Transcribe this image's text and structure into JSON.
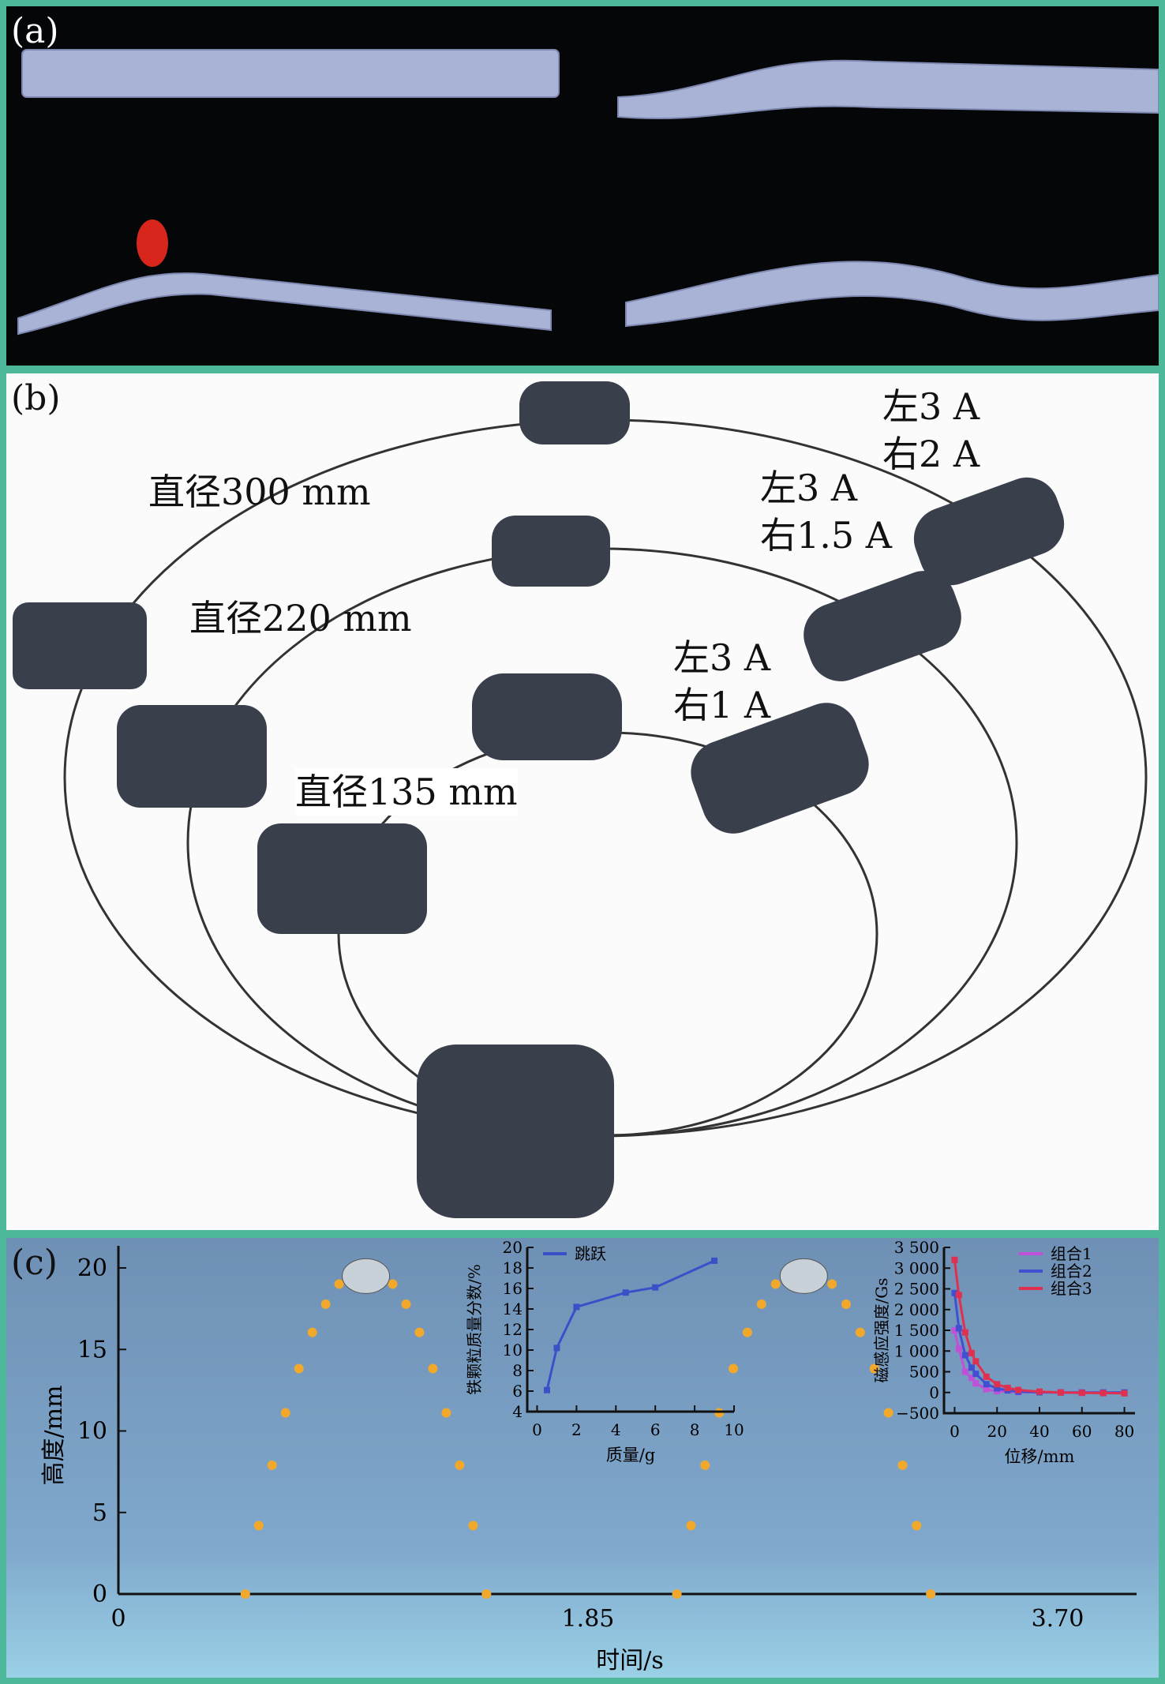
{
  "panels": {
    "a": "(a)",
    "b": "(b)",
    "c": "(c)"
  },
  "panel_b": {
    "diam300": "直径300 mm",
    "diam220": "直径220 mm",
    "diam135": "直径135 mm",
    "cur1": "左3 A\n右2 A",
    "cur2": "左3 A\n右1.5 A",
    "cur3": "左3 A\n右1 A"
  },
  "chart_data": [
    {
      "type": "scatter",
      "title": "",
      "xlabel": "时间/s",
      "ylabel": "高度/mm",
      "x_ticks": [
        "0",
        "1.85",
        "3.70"
      ],
      "y_ticks": [
        "0",
        "5",
        "10",
        "15",
        "20"
      ],
      "xlim": [
        0,
        3.7
      ],
      "ylim": [
        0,
        20
      ],
      "hops": [
        {
          "t_start": 0.5,
          "t_end": 1.45,
          "peak": 20
        },
        {
          "t_start": 2.2,
          "t_end": 3.2,
          "peak": 20
        }
      ]
    },
    {
      "type": "line",
      "xlabel": "质量/g",
      "ylabel": "铁颗粒质量分数/%",
      "xlim": [
        -0.5,
        10
      ],
      "ylim": [
        4,
        20
      ],
      "x_ticks": [
        "0",
        "2",
        "4",
        "6",
        "8",
        "10"
      ],
      "y_ticks": [
        "4",
        "6",
        "8",
        "10",
        "12",
        "14",
        "16",
        "18",
        "20"
      ],
      "series": [
        {
          "name": "跳跃",
          "color": "#3a4fc8",
          "x": [
            0.5,
            1,
            2,
            4.5,
            6,
            9
          ],
          "y": [
            6.1,
            10.2,
            14.2,
            15.6,
            16.1,
            18.7
          ]
        }
      ]
    },
    {
      "type": "line",
      "xlabel": "位移/mm",
      "ylabel": "磁感应强度/Gs",
      "xlim": [
        -5,
        85
      ],
      "ylim": [
        -500,
        3500
      ],
      "x_ticks": [
        "0",
        "20",
        "40",
        "60",
        "80"
      ],
      "y_ticks": [
        "−500",
        "0",
        "500",
        "1 000",
        "1 500",
        "2 000",
        "2 500",
        "3 000",
        "3 500"
      ],
      "series": [
        {
          "name": "组合1",
          "color": "#c050d8",
          "x": [
            0,
            2,
            5,
            8,
            10,
            15,
            20,
            30,
            40,
            50,
            60,
            70,
            80
          ],
          "y": [
            1500,
            1050,
            500,
            350,
            220,
            80,
            30,
            10,
            5,
            0,
            0,
            0,
            0
          ]
        },
        {
          "name": "组合2",
          "color": "#4050d0",
          "x": [
            0,
            2,
            5,
            8,
            10,
            15,
            20,
            25,
            30,
            40,
            50,
            60,
            70,
            80
          ],
          "y": [
            2400,
            1550,
            900,
            600,
            450,
            200,
            100,
            50,
            20,
            5,
            0,
            0,
            0,
            0
          ]
        },
        {
          "name": "组合3",
          "color": "#e03050",
          "x": [
            0,
            2,
            5,
            8,
            10,
            15,
            20,
            25,
            30,
            40,
            50,
            60,
            70,
            80
          ],
          "y": [
            3200,
            2350,
            1450,
            950,
            750,
            380,
            200,
            110,
            60,
            20,
            0,
            -10,
            -15,
            -20
          ]
        }
      ]
    }
  ]
}
